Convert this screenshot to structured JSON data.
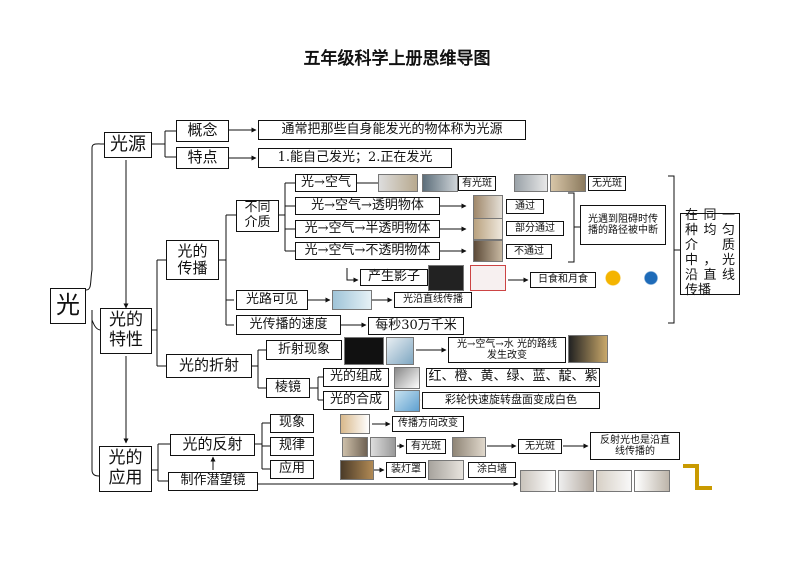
{
  "title": "五年级科学上册思维导图",
  "root": "光",
  "sources": {
    "label": "光源",
    "concept_label": "概念",
    "concept_text": "通常把那些自身能发光的物体称为光源",
    "features_label": "特点",
    "features_text": "1.能自己发光；2.正在发光"
  },
  "properties": {
    "label": "光的特性",
    "propagation": {
      "label": "光的传播",
      "media_label": "不同介质",
      "media": [
        {
          "path": "光→空气",
          "result": "有光斑",
          "result2": "无光斑"
        },
        {
          "path": "光→空气→透明物体",
          "result": "通过"
        },
        {
          "path": "光→空气→半透明物体",
          "result": "部分通过"
        },
        {
          "path": "光→空气→不透明物体",
          "result": "不通过"
        }
      ],
      "blocked_note": "光遇到阻碍时传播的路径被中断",
      "shadow": "产生影子",
      "eclipse": "日食和月食",
      "conclusion": "在同一种均匀介质中，光沿直线传播",
      "visible_label": "光路可见",
      "visible_text": "光沿直线传播",
      "speed_label": "光传播的速度",
      "speed_text": "每秒30万千米"
    },
    "refraction": {
      "label": "光的折射",
      "phenomenon_label": "折射现象",
      "phenomenon_text": "光→空气→水 光的路线发生改变",
      "prism_label": "棱镜",
      "composition_label": "光的组成",
      "composition_text": "红、橙、黄、绿、蓝、靛、紫",
      "synthesis_label": "光的合成",
      "synthesis_text": "彩轮快速旋转盘面变成白色"
    }
  },
  "applications": {
    "label": "光的应用",
    "reflection": {
      "label": "光的反射",
      "phenomenon_label": "现象",
      "phenomenon_text": "传播方向改变",
      "rule_label": "规律",
      "rule_r1": "有光斑",
      "rule_r2": "无光斑",
      "rule_conclusion": "反射光也是沿直线传播的",
      "use_label": "应用",
      "use_1": "装灯罩",
      "use_2": "涂白墙"
    },
    "periscope": "制作潜望镜"
  }
}
